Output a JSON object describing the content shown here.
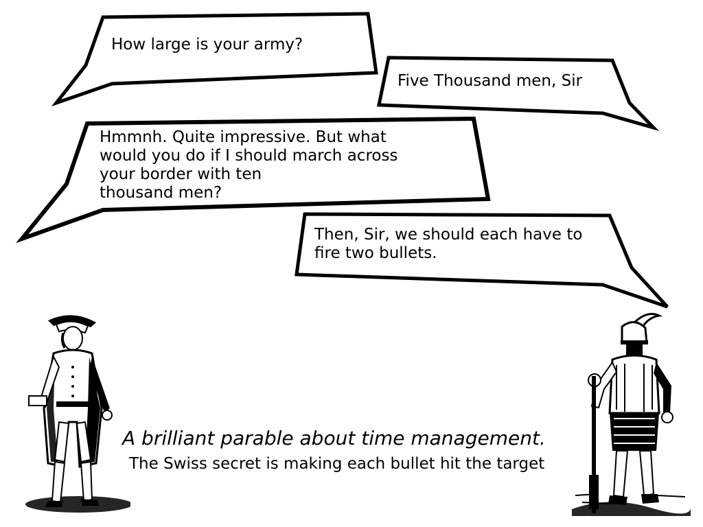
{
  "dialogue": [
    {
      "speaker": "other",
      "text": "How large is your army?"
    },
    {
      "speaker": "swiss",
      "text": "Five Thousand men, Sir"
    },
    {
      "speaker": "other",
      "text": "Hmmnh. Quite impressive. But what\nwould you do if I should march across\nyour border with ten\nthousand men?"
    },
    {
      "speaker": "swiss",
      "text": "Then, Sir, we should each have to\nfire two bullets."
    }
  ],
  "caption": {
    "title": "A brilliant parable about time management.",
    "subtitle": "The Swiss secret is making each bullet hit the target"
  },
  "figures": {
    "left": "tricorn-soldier-illustration",
    "right": "armored-swiss-soldier-illustration"
  }
}
